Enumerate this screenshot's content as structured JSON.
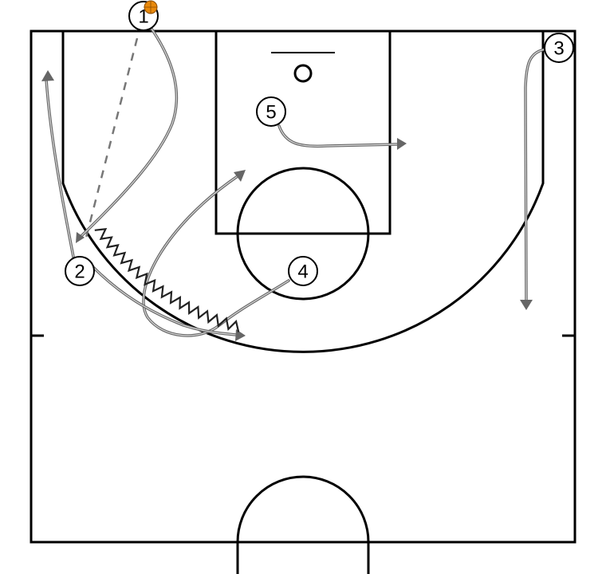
{
  "players": [
    {
      "id": "1",
      "label": "1",
      "has_ball": true
    },
    {
      "id": "2",
      "label": "2",
      "has_ball": false
    },
    {
      "id": "3",
      "label": "3",
      "has_ball": false
    },
    {
      "id": "4",
      "label": "4",
      "has_ball": false
    },
    {
      "id": "5",
      "label": "5",
      "has_ball": false
    }
  ],
  "colors": {
    "court_lines": "#000000",
    "movement": "#666666",
    "pass": "#777777",
    "dribble": "#222222",
    "ball": "#e8890c"
  }
}
